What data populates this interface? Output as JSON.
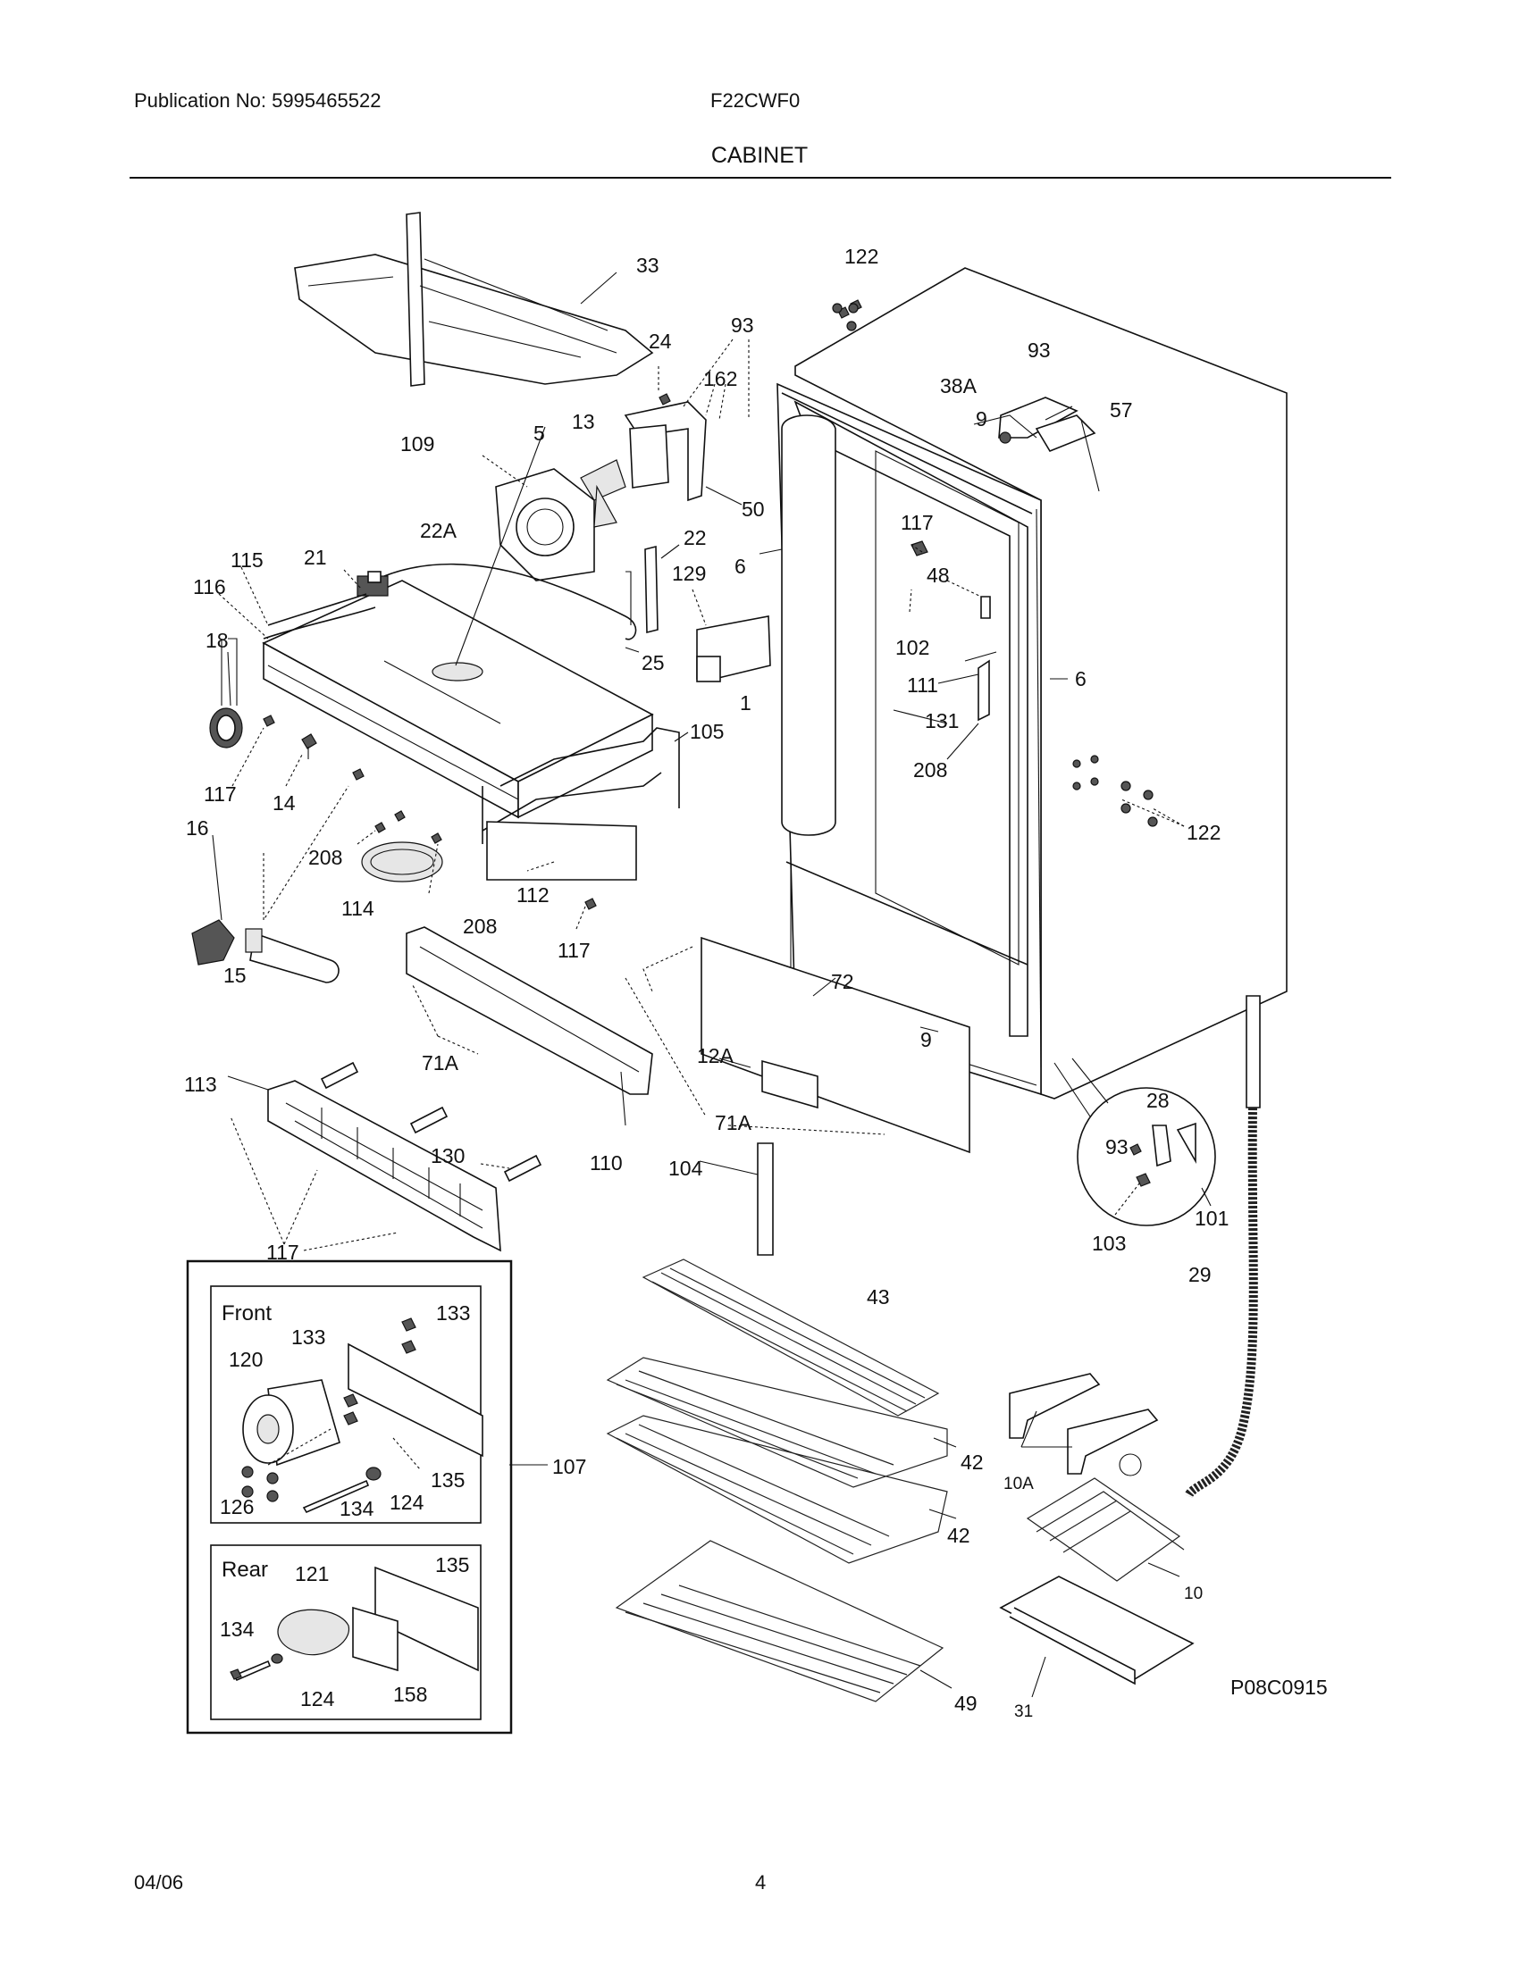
{
  "header": {
    "publication": "Publication No: 5995465522",
    "model": "F22CWF0",
    "section_title": "CABINET"
  },
  "diagram": {
    "drawing_code": "P08C0915",
    "callouts": {
      "c33": "33",
      "c122a": "122",
      "c24": "24",
      "c93a": "93",
      "c162": "162",
      "c13": "13",
      "c5": "5",
      "c109": "109",
      "c50": "50",
      "c22A": "22A",
      "c22": "22",
      "c115": "115",
      "c21": "21",
      "c116": "116",
      "c18": "18",
      "c129": "129",
      "c6a": "6",
      "c25": "25",
      "c1": "1",
      "c105": "105",
      "c117a": "117",
      "c14": "14",
      "c16": "16",
      "c208a": "208",
      "c114": "114",
      "c208b": "208",
      "c112": "112",
      "c117b": "117",
      "c15": "15",
      "c93b": "93",
      "c38A": "38A",
      "c57": "57",
      "c9a": "9",
      "c117c": "117",
      "c48": "48",
      "c102": "102",
      "c111": "111",
      "c6b": "6",
      "c131": "131",
      "c208c": "208",
      "c122b": "122",
      "c72": "72",
      "c9b": "9",
      "c113": "113",
      "c71Aa": "71A",
      "c110": "110",
      "c12A": "12A",
      "c71Ab": "71A",
      "c130": "130",
      "c104": "104",
      "c117d": "117",
      "c28": "28",
      "c93c": "93",
      "c103": "103",
      "c101": "101",
      "c29": "29",
      "c43": "43",
      "c42a": "42",
      "c42b": "42",
      "c49": "49",
      "c10A": "10A",
      "c10": "10",
      "c31": "31",
      "c107": "107"
    },
    "front_box": {
      "title": "Front",
      "c133a": "133",
      "c133b": "133",
      "c120": "120",
      "c135": "135",
      "c126": "126",
      "c134": "134",
      "c124": "124"
    },
    "rear_box": {
      "title": "Rear",
      "c121": "121",
      "c135": "135",
      "c134": "134",
      "c124": "124",
      "c158": "158"
    }
  },
  "footer": {
    "date": "04/06",
    "page": "4"
  }
}
